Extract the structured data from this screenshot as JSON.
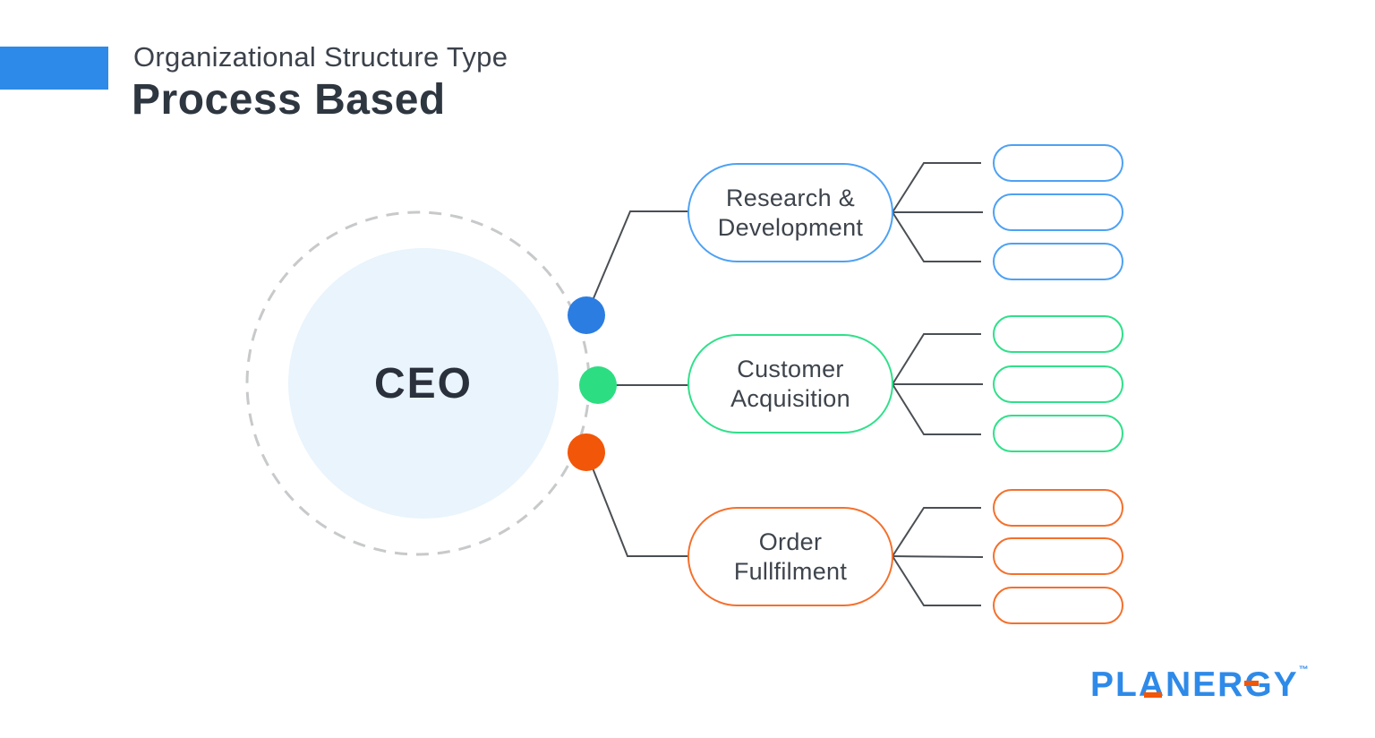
{
  "header": {
    "subtitle": "Organizational Structure Type",
    "title": "Process Based"
  },
  "colors": {
    "accent_blue": "#2E8AE8",
    "branch_blue": "#4DA1F4",
    "branch_green": "#2FE08A",
    "branch_orange": "#F4702C",
    "dot_blue": "#2B7DE1",
    "dot_green": "#2DDD82",
    "dot_orange": "#F25608",
    "connector_gray": "#4A4F54",
    "dashed_ring_gray": "#C7C9CA",
    "ceo_fill": "#E9F4FC",
    "text_dark": "#3E444C"
  },
  "diagram": {
    "ceo_label": "CEO",
    "branches": [
      {
        "label_line1": "Research &",
        "label_line2": "Development",
        "color": "#4DA1F4",
        "empty_child_slots": 3
      },
      {
        "label_line1": "Customer",
        "label_line2": "Acquisition",
        "color": "#2FE08A",
        "empty_child_slots": 3
      },
      {
        "label_line1": "Order",
        "label_line2": "Fullfilment",
        "color": "#F4702C",
        "empty_child_slots": 3
      }
    ]
  },
  "logo": {
    "text": "PLANERGY",
    "trademark": "™"
  }
}
